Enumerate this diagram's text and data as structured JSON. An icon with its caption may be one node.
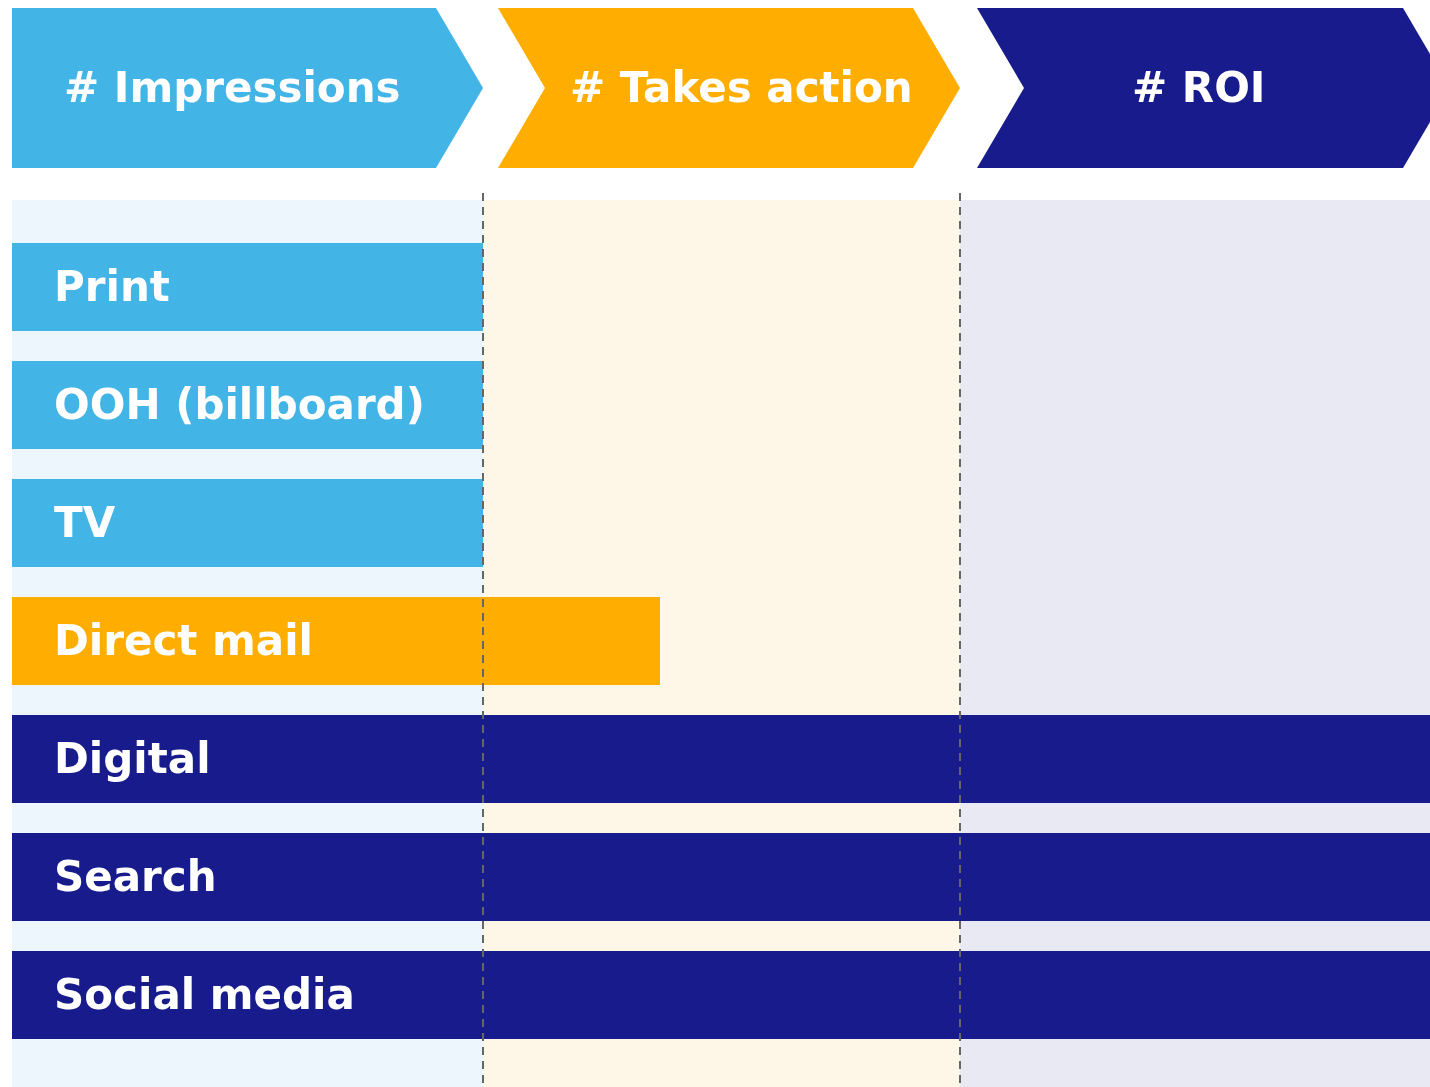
{
  "diagram": {
    "nodes": [
      {
        "text": [
          "# Impressions"
        ]
      },
      {
        "text": [
          "# Takes action"
        ]
      },
      {
        "text": [
          "# ROI"
        ]
      },
      {
        "text": [
          "Print"
        ]
      },
      {
        "text": [
          "OOH (billboard)"
        ]
      },
      {
        "text": [
          "TV"
        ]
      },
      {
        "text": [
          "Direct mail"
        ]
      },
      {
        "text": [
          "Digital"
        ]
      },
      {
        "text": [
          "Search"
        ]
      },
      {
        "text": [
          "Social media"
        ]
      }
    ]
  }
}
